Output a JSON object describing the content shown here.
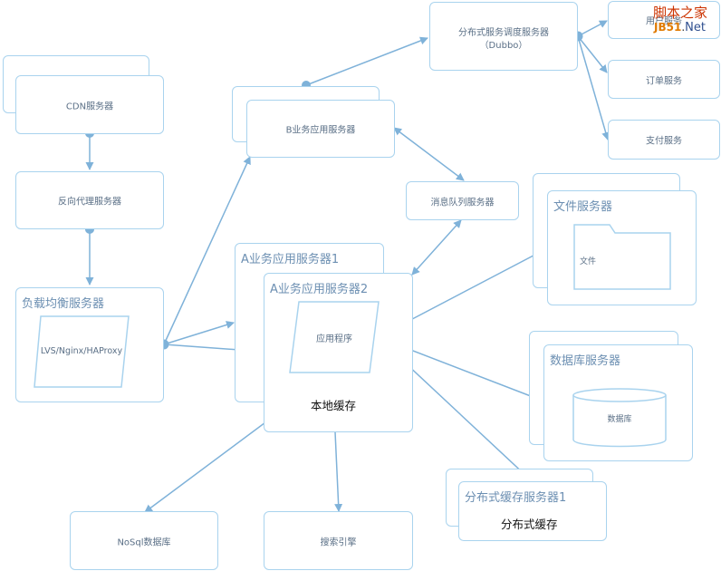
{
  "nodes": {
    "cdn": "CDN服务器",
    "reverse_proxy": "反向代理服务器",
    "load_balancer": "负载均衡服务器",
    "load_balancer_inner": "LVS/Nginx/HAProxy",
    "b_app": "B业务应用服务器",
    "dubbo_line1": "分布式服务调度服务器",
    "dubbo_line2": "（Dubbo）",
    "user_service": "用户服务",
    "order_service": "订单服务",
    "pay_service": "支付服务",
    "mq": "消息队列服务器",
    "a_app1": "A业务应用服务器1",
    "a_app2": "A业务应用服务器2",
    "app_program": "应用程序",
    "local_cache": "本地缓存",
    "file_server": "文件服务器",
    "file": "文件",
    "db_server": "数据库服务器",
    "db": "数据库",
    "dist_cache_server": "分布式缓存服务器1",
    "dist_cache": "分布式缓存",
    "nosql": "NoSql数据库",
    "search": "搜索引擎"
  },
  "watermark": {
    "line1": "脚本之家",
    "jb": "JB51",
    "dot": ".",
    "net": "Net"
  },
  "colors": {
    "border": "#a9d3ee",
    "connector": "#7fb2d9",
    "title_text": "#6c8fb2",
    "label_text": "#5a6f86"
  }
}
